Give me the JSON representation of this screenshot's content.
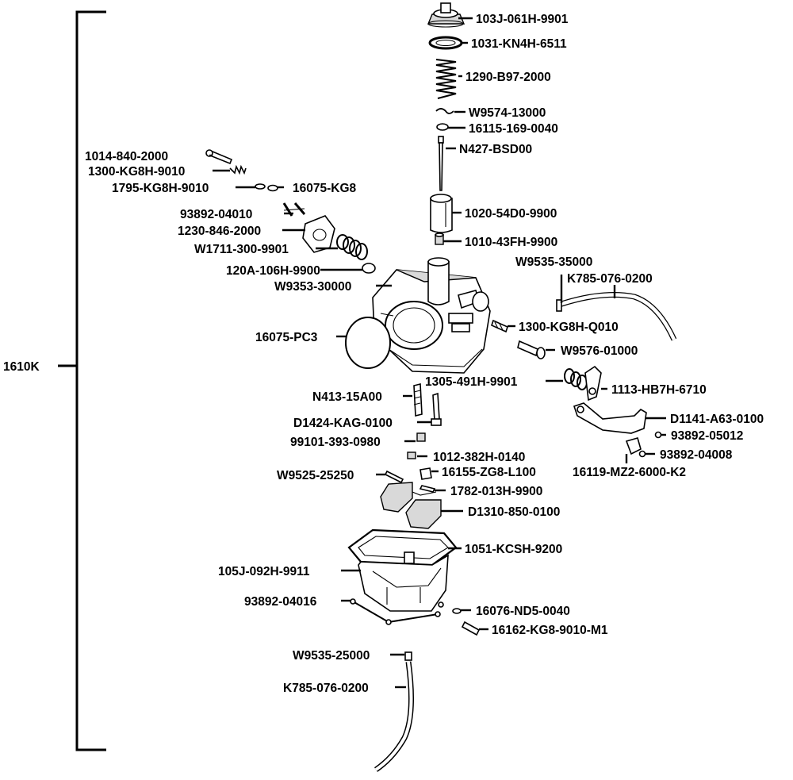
{
  "diagram": {
    "assembly_label": "1610K",
    "parts": [
      {
        "id": "103J-061H-9901"
      },
      {
        "id": "1031-KN4H-6511"
      },
      {
        "id": "1290-B97-2000"
      },
      {
        "id": "W9574-13000"
      },
      {
        "id": "16115-169-0040"
      },
      {
        "id": "N427-BSD00"
      },
      {
        "id": "1014-840-2000"
      },
      {
        "id": "1300-KG8H-9010"
      },
      {
        "id": "1795-KG8H-9010"
      },
      {
        "id": "16075-KG8"
      },
      {
        "id": "93892-04010"
      },
      {
        "id": "1230-846-2000"
      },
      {
        "id": "1020-54D0-9900"
      },
      {
        "id": "1010-43FH-9900"
      },
      {
        "id": "W1711-300-9901"
      },
      {
        "id": "120A-106H-9900"
      },
      {
        "id": "W9535-35000"
      },
      {
        "id": "K785-076-0200"
      },
      {
        "id": "W9353-30000"
      },
      {
        "id": "16075-PC3"
      },
      {
        "id": "1300-KG8H-Q010"
      },
      {
        "id": "W9576-01000"
      },
      {
        "id": "1305-491H-9901"
      },
      {
        "id": "1113-HB7H-6710"
      },
      {
        "id": "N413-15A00"
      },
      {
        "id": "D1424-KAG-0100"
      },
      {
        "id": "D1141-A63-0100"
      },
      {
        "id": "99101-393-0980"
      },
      {
        "id": "93892-05012"
      },
      {
        "id": "1012-382H-0140"
      },
      {
        "id": "93892-04008"
      },
      {
        "id": "W9525-25250"
      },
      {
        "id": "16155-ZG8-L100"
      },
      {
        "id": "16119-MZ2-6000-K2"
      },
      {
        "id": "1782-013H-9900"
      },
      {
        "id": "D1310-850-0100"
      },
      {
        "id": "1051-KCSH-9200"
      },
      {
        "id": "105J-092H-9911"
      },
      {
        "id": "93892-04016"
      },
      {
        "id": "16076-ND5-0040"
      },
      {
        "id": "16162-KG8-9010-M1"
      },
      {
        "id": "W9535-25000"
      },
      {
        "id": "K785-076-0200"
      }
    ]
  }
}
